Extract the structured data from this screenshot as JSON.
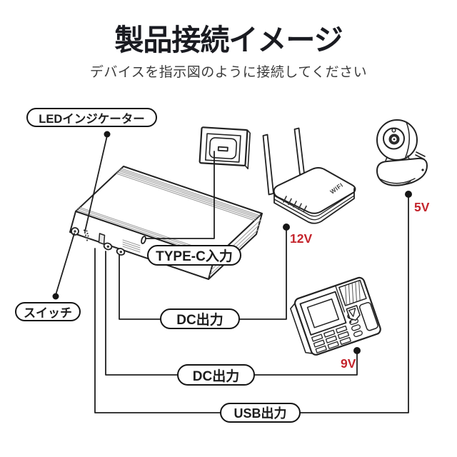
{
  "header": {
    "title": "製品接続イメージ",
    "subtitle": "デバイスを指示図のように接続してください"
  },
  "diagram": {
    "labels": {
      "led_indicator": "LEDインジケーター",
      "type_c_input": "TYPE-C入力",
      "switch": "スイッチ",
      "dc_output_1": "DC出力",
      "dc_output_2": "DC出力",
      "usb_output": "USB出力"
    },
    "voltages": {
      "router": "12V",
      "camera": "5V",
      "attendance": "9V"
    },
    "router_text": "WIFI",
    "devices": [
      "power-bank-ups",
      "wall-outlet",
      "wifi-router",
      "security-camera",
      "time-attendance-machine"
    ],
    "colors": {
      "background": "#ffffff",
      "line": "#1f1f1f",
      "voltage_red": "#c4242c",
      "title": "#1a1b21",
      "subtitle": "#3b3b3b"
    }
  }
}
